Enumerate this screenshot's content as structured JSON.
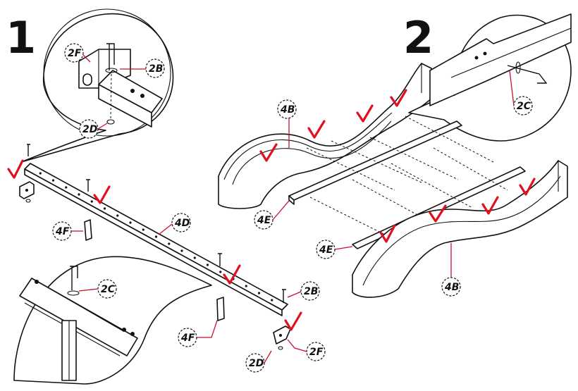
{
  "steps": [
    {
      "number": "1"
    },
    {
      "number": "2"
    }
  ],
  "labels": {
    "step1": [
      "2F",
      "2B",
      "2D",
      "4F",
      "4D",
      "2C",
      "2B",
      "4F",
      "2D",
      "2F"
    ],
    "step2": [
      "4B",
      "2C",
      "4E",
      "4E",
      "4B"
    ]
  },
  "colors": {
    "line": "#111111",
    "check": "#e0101e",
    "leader": "#c8102e",
    "background": "#ffffff"
  },
  "icons": {
    "checkmark": "red-check-icon",
    "bolt": "bolt-icon",
    "allen_key": "allen-key-icon",
    "nut": "nut-icon"
  }
}
